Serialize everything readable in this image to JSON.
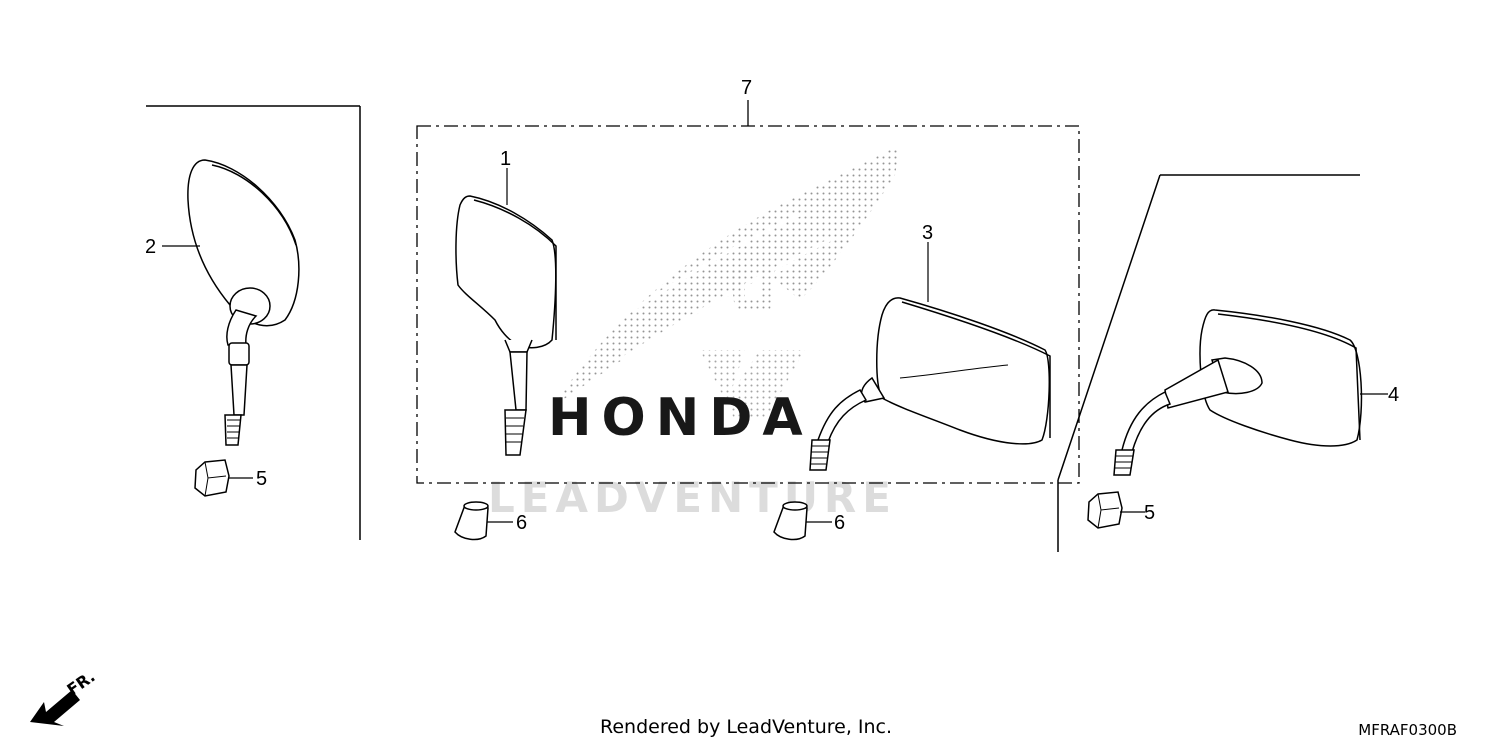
{
  "callouts": {
    "mirror_left_oval": "2",
    "mirror_set_left": "1",
    "mirror_set_right": "3",
    "mirror_right": "4",
    "nut_left": "5",
    "nut_right": "5",
    "cap_left": "6",
    "cap_right": "6",
    "mirror_set": "7"
  },
  "watermark": {
    "brand": "HONDA",
    "dealer": "LEADVENTURE"
  },
  "direction_label": "FR.",
  "footer": {
    "credit": "Rendered by LeadVenture, Inc.",
    "code": "MFRAF0300B"
  }
}
